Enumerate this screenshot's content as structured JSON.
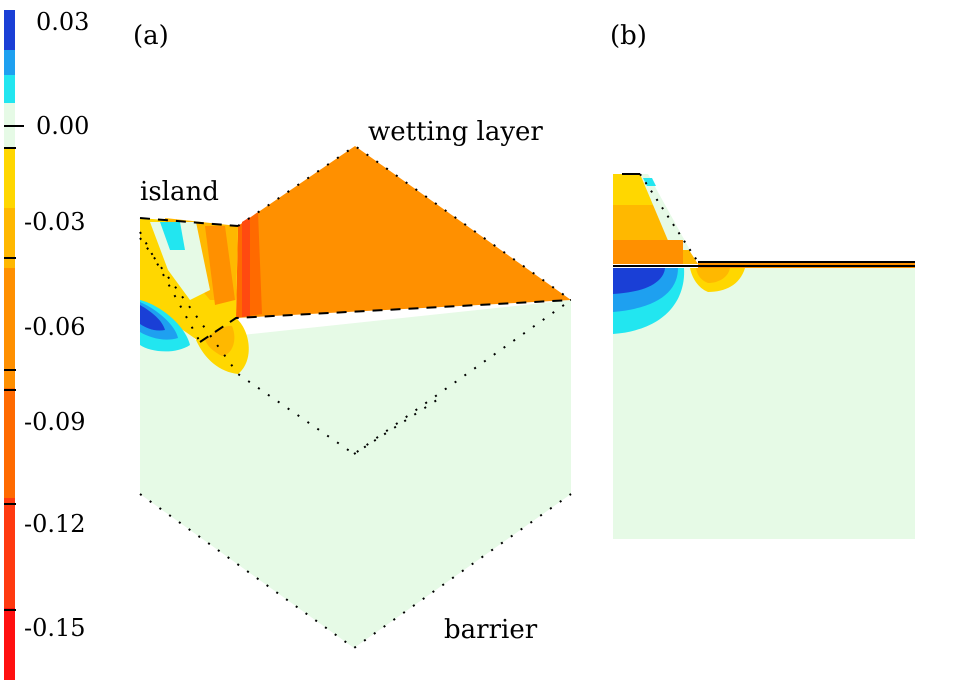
{
  "colorbar": {
    "tick_labels": [
      "0.03",
      "0.00",
      "-0.03",
      "-0.06",
      "-0.09",
      "-0.12",
      "-0.15"
    ],
    "colors": {
      "positive_high": "#1a3fd6",
      "positive_mid": "#1ea0f0",
      "positive_low": "#22e6f0",
      "zero": "#e6fae6",
      "neg_small": "#ffd700",
      "neg_mid": "#ffb800",
      "neg_orange": "#ff9000",
      "neg_dark_orange": "#ff6a00",
      "neg_red": "#ff3a10",
      "neg_max": "#ff1010"
    }
  },
  "panels": {
    "a": {
      "label": "(a)"
    },
    "b": {
      "label": "(b)"
    }
  },
  "regions": {
    "island": "island",
    "wetting_layer": "wetting layer",
    "barrier": "barrier"
  }
}
